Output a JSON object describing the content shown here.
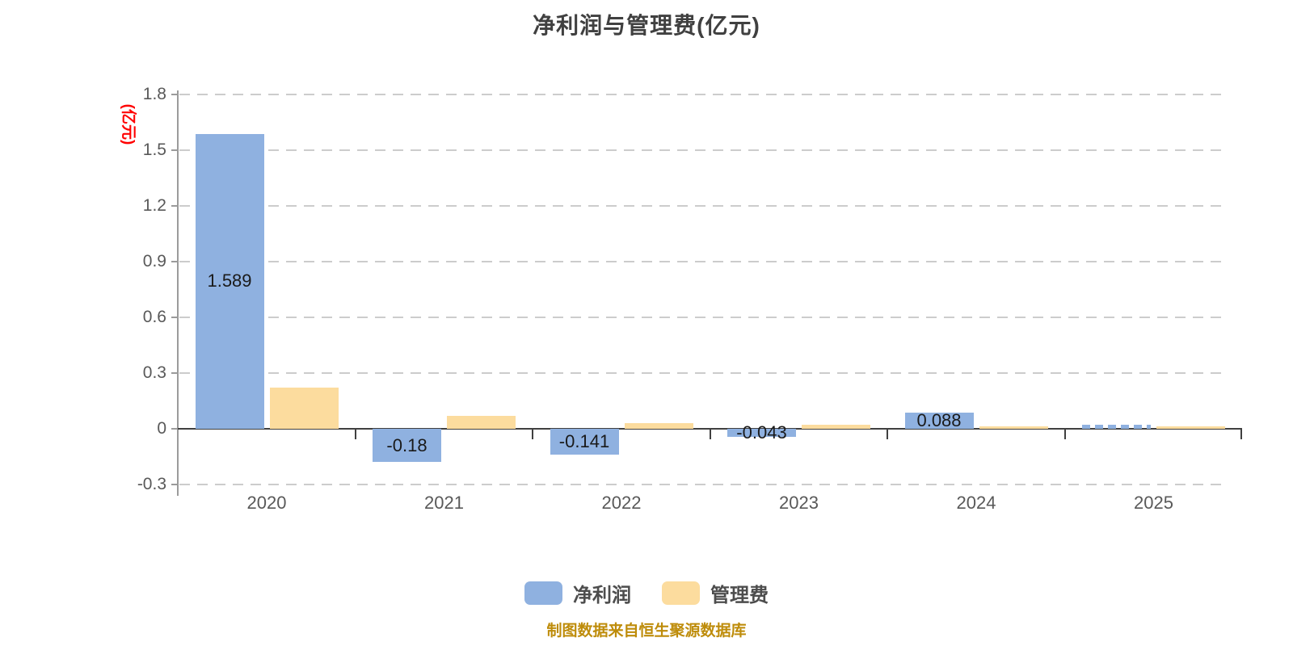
{
  "chart_data": {
    "type": "bar",
    "title": "净利润与管理费(亿元)",
    "categories": [
      "2020",
      "2021",
      "2022",
      "2023",
      "2024",
      "2025"
    ],
    "series": [
      {
        "name": "净利润",
        "color": "#8FB1E0",
        "values": [
          1.589,
          -0.18,
          -0.141,
          -0.043,
          0.088,
          0.015
        ],
        "bar_labels": [
          "1.589",
          "-0.18",
          "-0.141",
          "-0.043",
          "0.088",
          ""
        ],
        "dashed_indices": [
          5
        ]
      },
      {
        "name": "管理费",
        "color": "#FCDC9E",
        "values": [
          0.22,
          0.07,
          0.03,
          0.02,
          0.015,
          0.015
        ],
        "bar_labels": [
          "",
          "",
          "",
          "",
          "",
          ""
        ],
        "dashed_indices": []
      }
    ],
    "y_axis": {
      "name": "(亿元)",
      "name_color": "#FF0000",
      "ticks": [
        1.8,
        1.5,
        1.2,
        0.9,
        0.6,
        0.3,
        0,
        -0.3
      ],
      "range": [
        -0.3,
        1.8
      ]
    },
    "grid": {
      "dashed": true,
      "legend_position": "bottom"
    },
    "source": "制图数据来自恒生聚源数据库",
    "colors": {
      "title": "#404040",
      "axis_text": "#595959",
      "legend_text": "#4D4D4D",
      "bar_label": "#1A1A1A",
      "gridline": "#CCCCCC",
      "zero_axis": "#404040",
      "y_axis_line": "#9B9B9B",
      "source_text": "#BE8C0A"
    }
  }
}
